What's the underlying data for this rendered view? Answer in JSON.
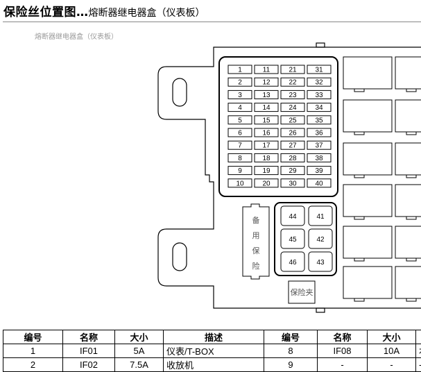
{
  "header": {
    "title_main": "保险丝位置图…",
    "title_sub": "熔断器继电器盒（仪表板）"
  },
  "diagram": {
    "caption": "熔断器继电器盒（仪表板）",
    "fuses": [
      "1",
      "2",
      "3",
      "4",
      "5",
      "6",
      "7",
      "8",
      "9",
      "10",
      "11",
      "12",
      "13",
      "14",
      "15",
      "16",
      "17",
      "18",
      "19",
      "20",
      "21",
      "22",
      "23",
      "24",
      "25",
      "26",
      "27",
      "28",
      "29",
      "30",
      "31",
      "32",
      "33",
      "34",
      "35",
      "36",
      "37",
      "38",
      "39",
      "40"
    ],
    "relays": [
      "44",
      "41",
      "45",
      "42",
      "46",
      "43"
    ],
    "spare_label": [
      "备",
      "用",
      "保",
      "险"
    ],
    "clip_label": "保险夹"
  },
  "table": {
    "headers": [
      "编号",
      "名称",
      "大小",
      "描述",
      "编号",
      "名称",
      "大小",
      ""
    ],
    "rows": [
      [
        "1",
        "IF01",
        "5A",
        "仪表/T-BOX",
        "8",
        "IF08",
        "10A",
        "右"
      ],
      [
        "2",
        "IF02",
        "7.5A",
        "收放机",
        "9",
        "-",
        "-",
        "-"
      ]
    ]
  }
}
